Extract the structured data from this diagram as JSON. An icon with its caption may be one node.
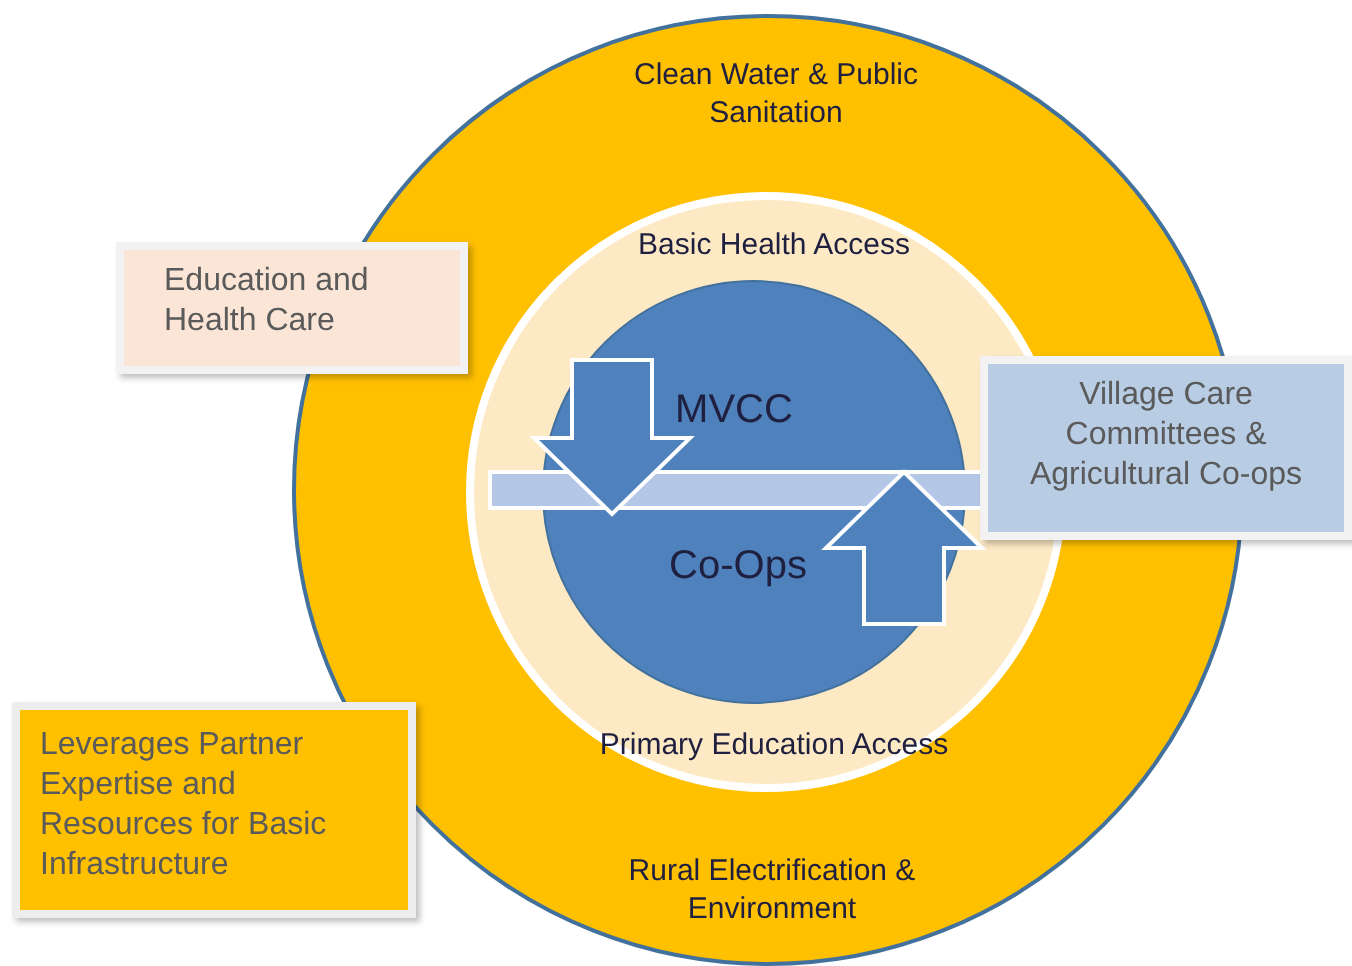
{
  "diagram": {
    "nodes": [
      {
        "text": [
          "Clean Water & Public Sanitation",
          "Rural Electrification & Environment"
        ]
      },
      {
        "text": [
          "Basic Health Access",
          "Primary Education Access"
        ],
        "in": 0
      },
      {
        "text": [
          "MVCC",
          "Co-Ops"
        ],
        "in": 1
      },
      {
        "text": [
          "Education and Health Care"
        ]
      },
      {
        "text": [
          "Village Care Committees & Agricultural Co-ops"
        ]
      },
      {
        "text": [
          "Leverages Partner Expertise and Resources for Basic Infrastructure"
        ]
      },
      {
        "text": [],
        "shape": "bar",
        "in": 1
      }
    ],
    "edges": [
      {
        "from": null,
        "to": 6,
        "arrow": "to",
        "style": "thick"
      },
      {
        "from": null,
        "to": 6,
        "arrow": "to",
        "style": "thick"
      }
    ]
  }
}
